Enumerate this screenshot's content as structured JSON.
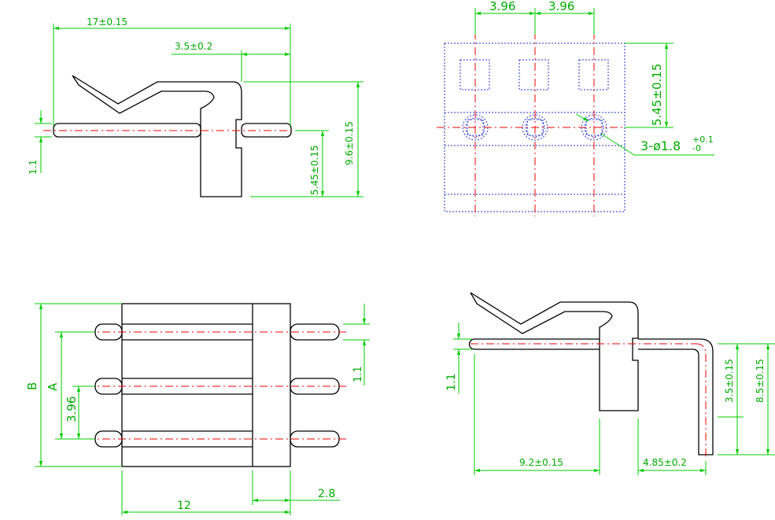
{
  "drawing": {
    "views": {
      "side_left": {
        "dim_total_length": "17±0.15",
        "dim_offset": "3.5±0.2",
        "dim_pin_dia": "1.1",
        "dim_pin_height": "5.45±0.15",
        "dim_total_height": "9.6±0.15"
      },
      "front": {
        "dim_pitch_1": "3.96",
        "dim_pitch_2": "3.96",
        "dim_height": "5.45±0.15",
        "dim_hole_prefix": "3-ø1.8",
        "dim_hole_tol_upper": "+0.1",
        "dim_hole_tol_lower": "-0"
      },
      "top": {
        "dim_b": "B",
        "dim_a": "A",
        "dim_pitch": "3.96",
        "dim_pin_dia": "1.1",
        "dim_width": "12",
        "dim_body": "2.8"
      },
      "side_right": {
        "dim_pin_dia": "1.1",
        "dim_pin_height": "3.5±0.15",
        "dim_total_height": "8.5±0.15",
        "dim_length": "9.2±0.15",
        "dim_offset": "4.85±0.2"
      }
    },
    "colors": {
      "outline": "#000000",
      "dimension": "#00cc00",
      "centerline": "#ee0000",
      "hidden": "#2233cc"
    }
  }
}
